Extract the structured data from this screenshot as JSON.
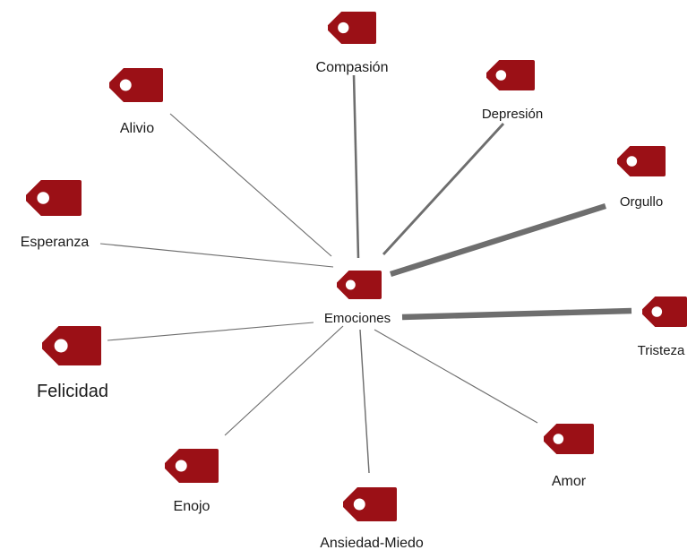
{
  "diagram": {
    "tag_color": "#9b1016",
    "hole_color": "#ffffff",
    "edge_color": "#6e6e6e",
    "center": {
      "label": "Emociones"
    },
    "nodes": [
      {
        "id": "compasion",
        "label": "Compasión",
        "weight": 1.6
      },
      {
        "id": "depresion",
        "label": "Depresión",
        "weight": 1.8
      },
      {
        "id": "orgullo",
        "label": "Orgullo",
        "weight": 4.0
      },
      {
        "id": "tristeza",
        "label": "Tristeza",
        "weight": 4.0
      },
      {
        "id": "amor",
        "label": "Amor",
        "weight": 0.7
      },
      {
        "id": "ansiedad-miedo",
        "label": "Ansiedad-Miedo",
        "weight": 0.9
      },
      {
        "id": "enojo",
        "label": "Enojo",
        "weight": 0.7
      },
      {
        "id": "felicidad",
        "label": "Felicidad",
        "weight": 0.7
      },
      {
        "id": "esperanza",
        "label": "Esperanza",
        "weight": 0.7
      },
      {
        "id": "alivio",
        "label": "Alivio",
        "weight": 0.7
      }
    ]
  }
}
